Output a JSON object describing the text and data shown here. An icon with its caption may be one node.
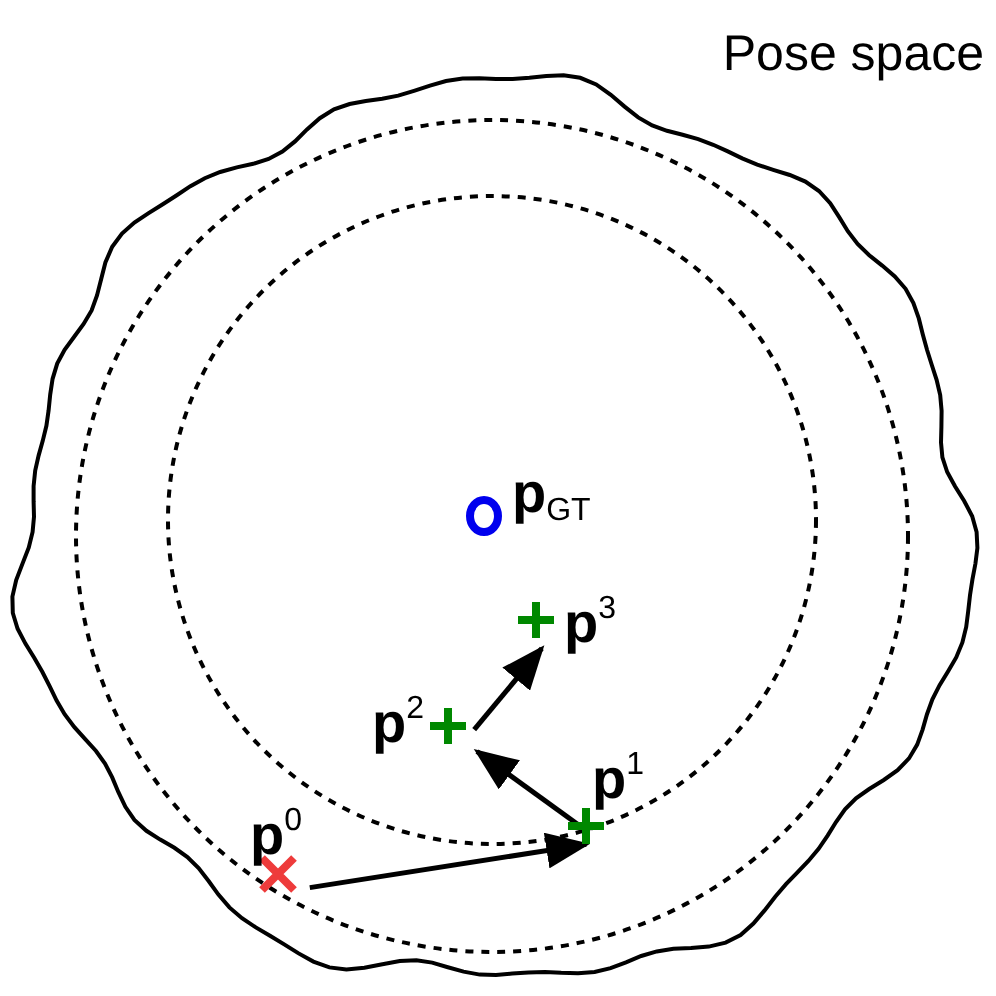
{
  "diagram": {
    "nodes": [
      {
        "text": [
          "Pose space"
        ]
      },
      {
        "text": [
          "**p**$_{GT}$"
        ],
        "in": 0
      },
      {
        "text": [
          "**p**$^{0}$"
        ],
        "in": 0
      },
      {
        "text": [
          "**p**$^{1}$"
        ],
        "in": 0
      },
      {
        "text": [
          "**p**$^{2}$"
        ],
        "in": 0
      },
      {
        "text": [
          "**p**$^{3}$"
        ],
        "in": 0
      }
    ],
    "edges": [
      {
        "from": 2,
        "to": 3,
        "arrow": "to"
      },
      {
        "from": 3,
        "to": 4,
        "arrow": "to"
      },
      {
        "from": 4,
        "to": 5,
        "arrow": "to"
      }
    ]
  }
}
